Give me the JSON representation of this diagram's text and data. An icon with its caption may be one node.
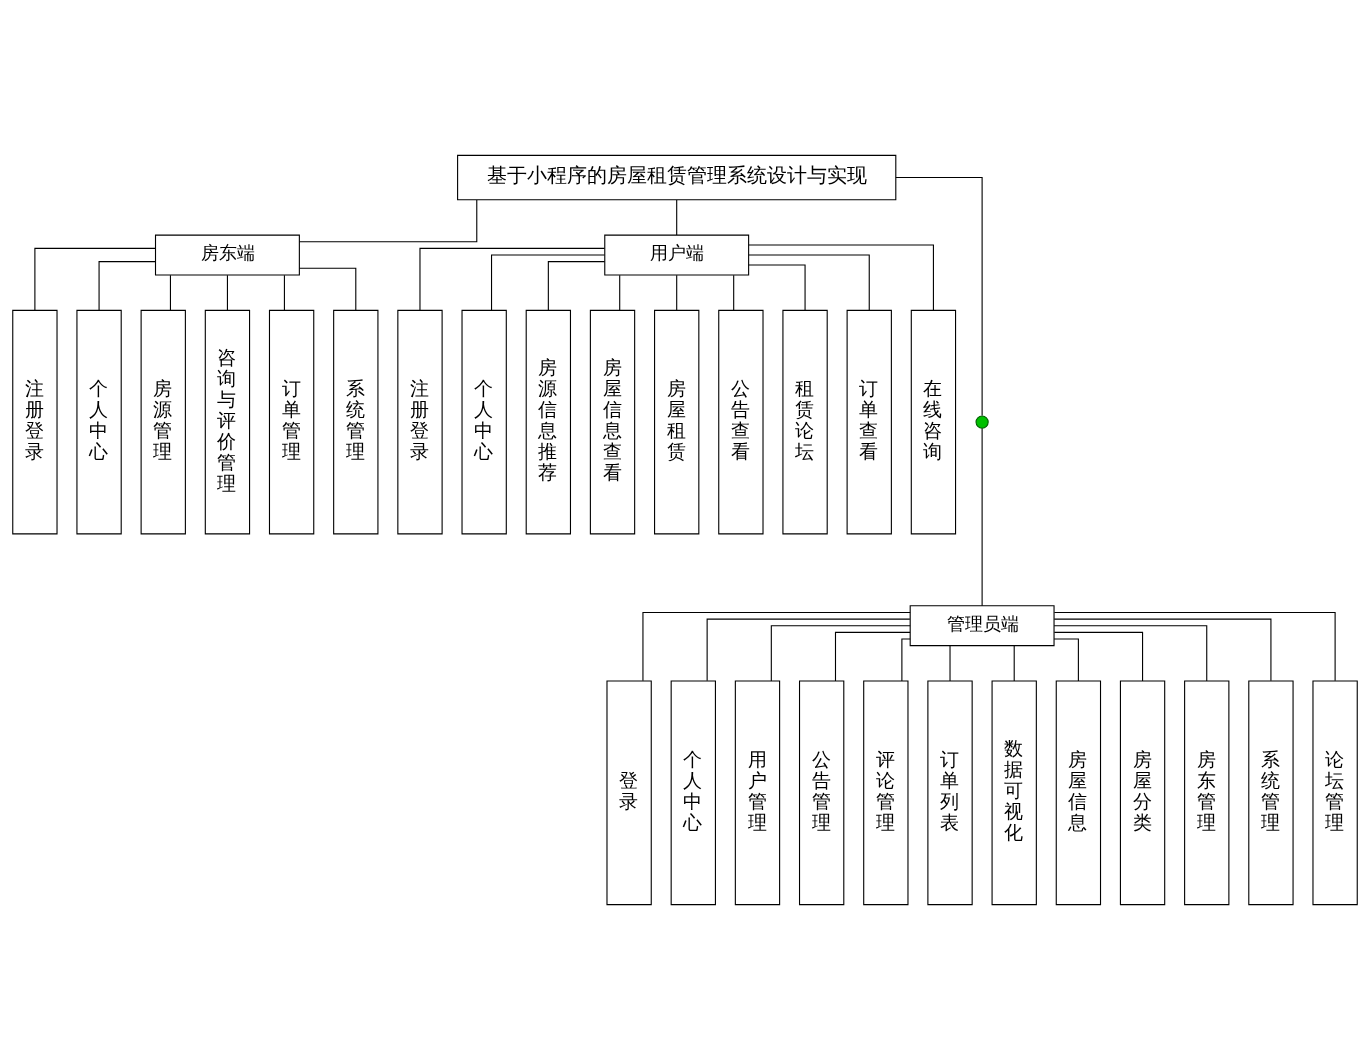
{
  "diagram": {
    "nodes": [
      {
        "text": [
          "基于小程序的房屋租赁管理系统设计与实现"
        ]
      },
      {
        "text": [
          "房东端"
        ]
      },
      {
        "text": [
          "用户端"
        ]
      },
      {
        "text": [
          "注册登录"
        ]
      },
      {
        "text": [
          "个人中心"
        ]
      },
      {
        "text": [
          "房源管理"
        ]
      },
      {
        "text": [
          "咨询与评价管理"
        ]
      },
      {
        "text": [
          "订单管理"
        ]
      },
      {
        "text": [
          "系统管理"
        ]
      },
      {
        "text": [
          "注册登录"
        ]
      },
      {
        "text": [
          "个人中心"
        ]
      },
      {
        "text": [
          "房源信息推荐"
        ]
      },
      {
        "text": [
          "房屋信息查看"
        ]
      },
      {
        "text": [
          "房屋租赁"
        ]
      },
      {
        "text": [
          "公告查看"
        ]
      },
      {
        "text": [
          "租赁论坛"
        ]
      },
      {
        "text": [
          "订单查看"
        ]
      },
      {
        "text": [
          "在线咨询"
        ]
      },
      {
        "text": [],
        "shape": "circle"
      },
      {
        "text": [
          "管理员端"
        ]
      },
      {
        "text": [
          "登录"
        ]
      },
      {
        "text": [
          "个人中心"
        ]
      },
      {
        "text": [
          "用户管理"
        ]
      },
      {
        "text": [
          "公告管理"
        ]
      },
      {
        "text": [
          "评论管理"
        ]
      },
      {
        "text": [
          "订单列表"
        ]
      },
      {
        "text": [
          "数据可视化"
        ]
      },
      {
        "text": [
          "房屋信息"
        ]
      },
      {
        "text": [
          "房屋分类"
        ]
      },
      {
        "text": [
          "房东管理"
        ]
      },
      {
        "text": [
          "系统管理"
        ]
      },
      {
        "text": [
          "论坛管理"
        ]
      }
    ],
    "edges": [
      {
        "from": 0,
        "to": 1,
        "arrow": "none"
      },
      {
        "from": 0,
        "to": 2,
        "arrow": "none"
      },
      {
        "from": 1,
        "to": 3,
        "arrow": "none"
      },
      {
        "from": 1,
        "to": 4,
        "arrow": "none"
      },
      {
        "from": 1,
        "to": 5,
        "arrow": "none"
      },
      {
        "from": 1,
        "to": 6,
        "arrow": "none"
      },
      {
        "from": 1,
        "to": 7,
        "arrow": "none"
      },
      {
        "from": 1,
        "to": 8,
        "arrow": "none"
      },
      {
        "from": 2,
        "to": 9,
        "arrow": "none"
      },
      {
        "from": 2,
        "to": 10,
        "arrow": "none"
      },
      {
        "from": 2,
        "to": 11,
        "arrow": "none"
      },
      {
        "from": 2,
        "to": 12,
        "arrow": "none"
      },
      {
        "from": 2,
        "to": 13,
        "arrow": "none"
      },
      {
        "from": 2,
        "to": 14,
        "arrow": "none"
      },
      {
        "from": 2,
        "to": 15,
        "arrow": "none"
      },
      {
        "from": 2,
        "to": 16,
        "arrow": "none"
      },
      {
        "from": 2,
        "to": 17,
        "arrow": "none"
      },
      {
        "from": 0,
        "to": 18,
        "arrow": "none"
      },
      {
        "from": 18,
        "to": 19,
        "arrow": "none"
      },
      {
        "from": 19,
        "to": 20,
        "arrow": "none"
      },
      {
        "from": 19,
        "to": 21,
        "arrow": "none"
      },
      {
        "from": 19,
        "to": 22,
        "arrow": "none"
      },
      {
        "from": 19,
        "to": 23,
        "arrow": "none"
      },
      {
        "from": 19,
        "to": 24,
        "arrow": "none"
      },
      {
        "from": 19,
        "to": 25,
        "arrow": "none"
      },
      {
        "from": 19,
        "to": 26,
        "arrow": "none"
      },
      {
        "from": 19,
        "to": 27,
        "arrow": "none"
      },
      {
        "from": 19,
        "to": 28,
        "arrow": "none"
      },
      {
        "from": 19,
        "to": 29,
        "arrow": "none"
      },
      {
        "from": 19,
        "to": 30,
        "arrow": "none"
      },
      {
        "from": 19,
        "to": 31,
        "arrow": "none"
      }
    ]
  }
}
